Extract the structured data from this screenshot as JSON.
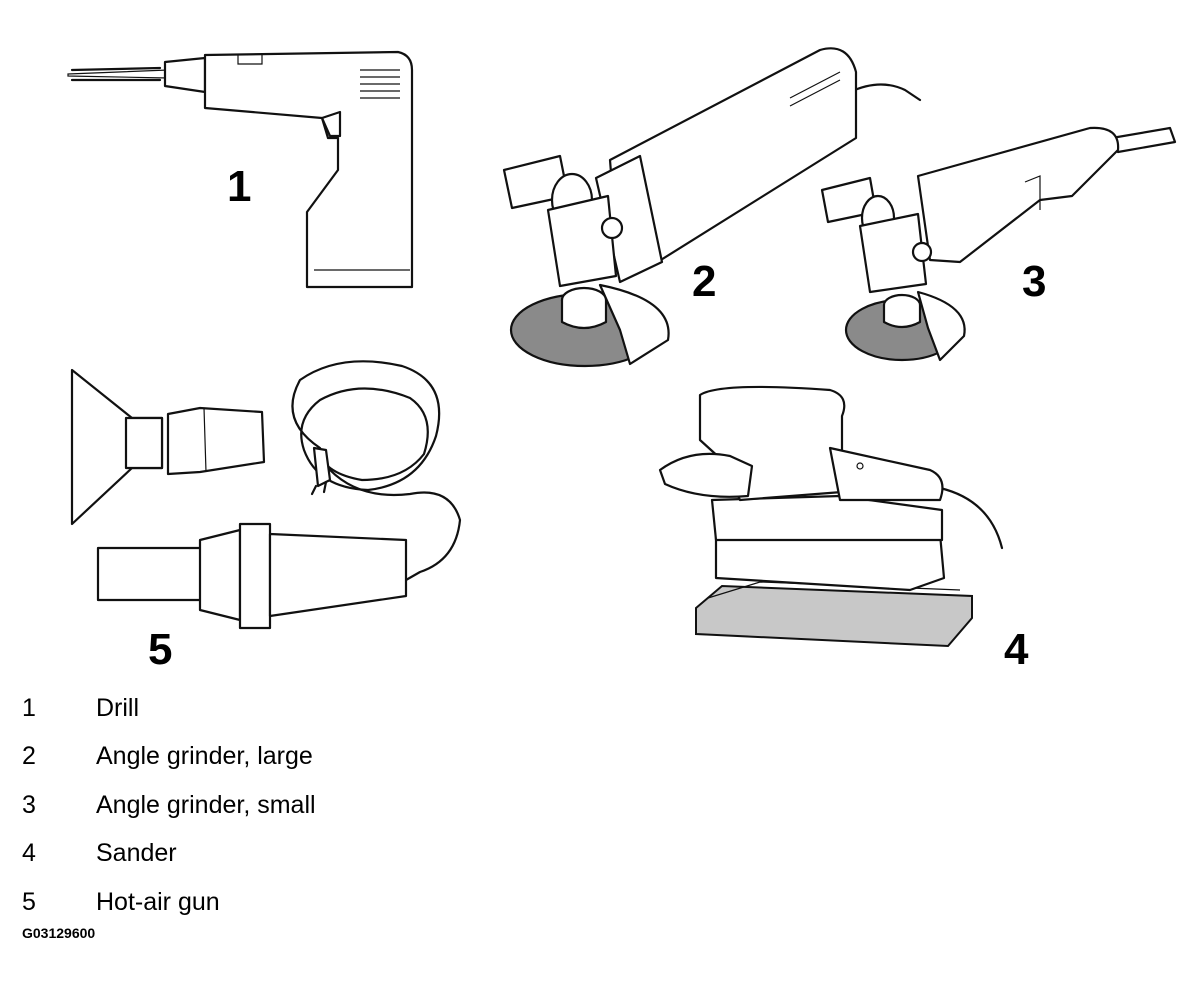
{
  "callouts": {
    "drill": "1",
    "grinder_large": "2",
    "grinder_small": "3",
    "sander": "4",
    "hot_air_gun": "5"
  },
  "legend": [
    {
      "num": "1",
      "label": "Drill"
    },
    {
      "num": "2",
      "label": "Angle grinder, large"
    },
    {
      "num": "3",
      "label": "Angle grinder, small"
    },
    {
      "num": "4",
      "label": "Sander"
    },
    {
      "num": "5",
      "label": "Hot-air gun"
    }
  ],
  "figure_code": "G03129600"
}
